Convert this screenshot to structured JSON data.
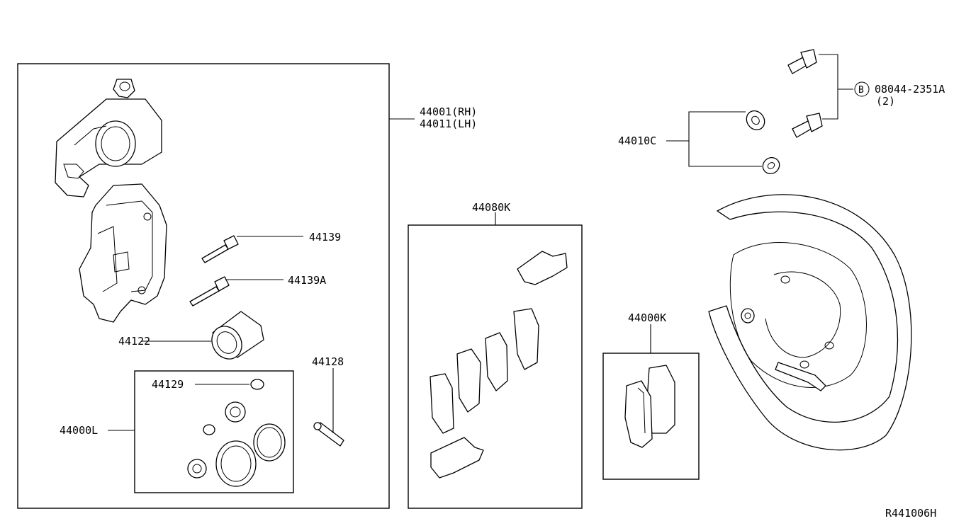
{
  "labels": {
    "caliper_rh": "44001(RH)",
    "caliper_lh": "44011(LH)",
    "pin_bolt": "44139",
    "pin_bolt_a": "44139A",
    "piston": "44122",
    "boot": "44129",
    "bleeder": "44128",
    "seal_kit": "44000L",
    "pad_hardware": "44080K",
    "pad_kit": "44000K",
    "washer": "44010C",
    "bolt_ref": "08044-2351A",
    "bolt_ref_qty": "(2)",
    "bolt_ref_marker": "B",
    "diagram_code": "R441006H"
  }
}
